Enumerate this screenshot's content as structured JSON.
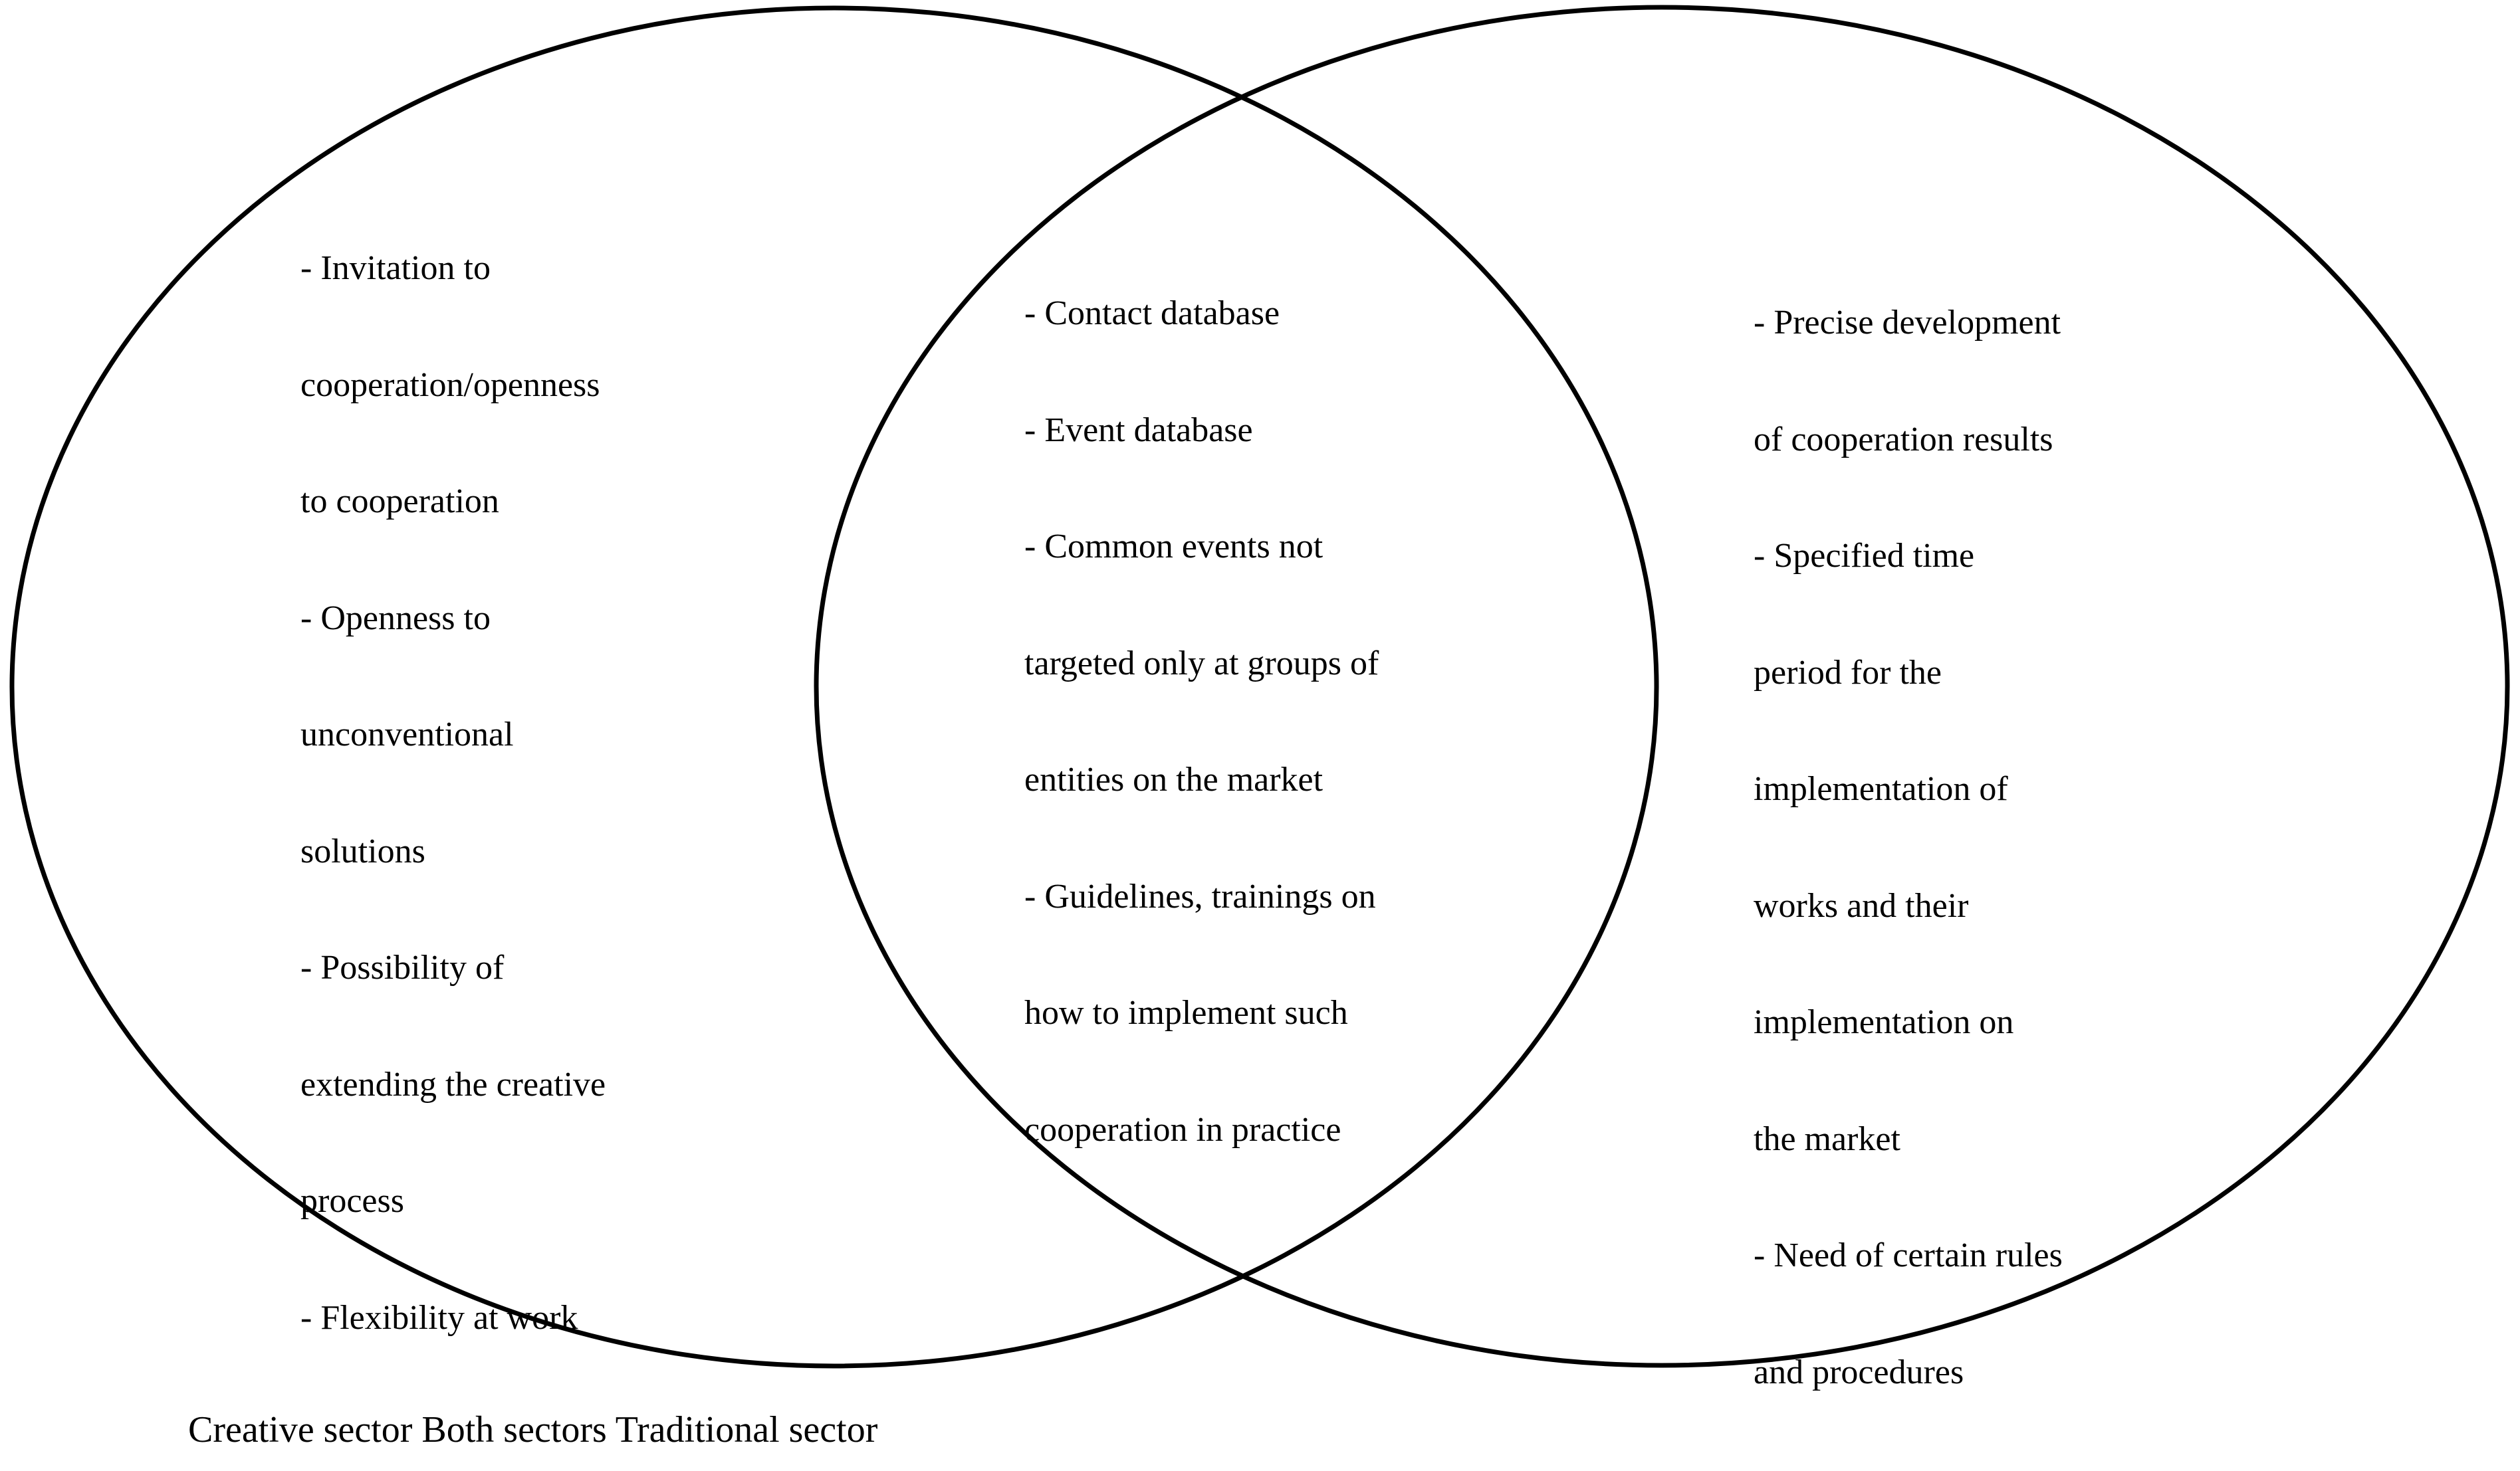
{
  "figure": {
    "type": "venn-diagram",
    "set_count": 2,
    "background_color": "#ffffff",
    "stroke_color": "#000000",
    "fill_color": "#ffffff",
    "text_color": "#000000"
  },
  "left_circle": {
    "name": "Creative sector",
    "items": [
      "- Invitation to",
      "cooperation/openness",
      "to cooperation",
      "- Openness to",
      "unconventional",
      "solutions",
      "- Possibility of",
      "extending the creative",
      "process",
      "- Flexibility at work"
    ],
    "bullets": [
      "Invitation to cooperation/openness to cooperation",
      "Openness to unconventional solutions",
      "Possibility of extending the creative process",
      "Flexibility at work"
    ]
  },
  "intersection": {
    "name": "Both sectors",
    "items": [
      "- Contact database",
      "- Event database",
      "- Common events not",
      "targeted only at groups of",
      "entities on the market",
      "- Guidelines, trainings on",
      "how to implement such",
      "cooperation in practice"
    ],
    "bullets": [
      "Contact database",
      "Event database",
      "Common events not targeted only at groups of entities on the market",
      "Guidelines, trainings on how to implement such cooperation in practice"
    ]
  },
  "right_circle": {
    "name": "Traditional sector",
    "items": [
      "- Precise development",
      "of cooperation results",
      "- Specified time",
      "period for the",
      "implementation of",
      "works and their",
      "implementation on",
      "the market",
      "- Need of certain rules",
      "and procedures"
    ],
    "bullets": [
      "Precise development of cooperation results",
      "Specified time period for the implementation of works and their implementation on the market",
      "Need of certain rules and procedures"
    ]
  },
  "caption": {
    "text": "Creative sector Both sectors Traditional sector",
    "parts": [
      "Creative sector",
      "Both sectors",
      "Traditional sector"
    ]
  }
}
